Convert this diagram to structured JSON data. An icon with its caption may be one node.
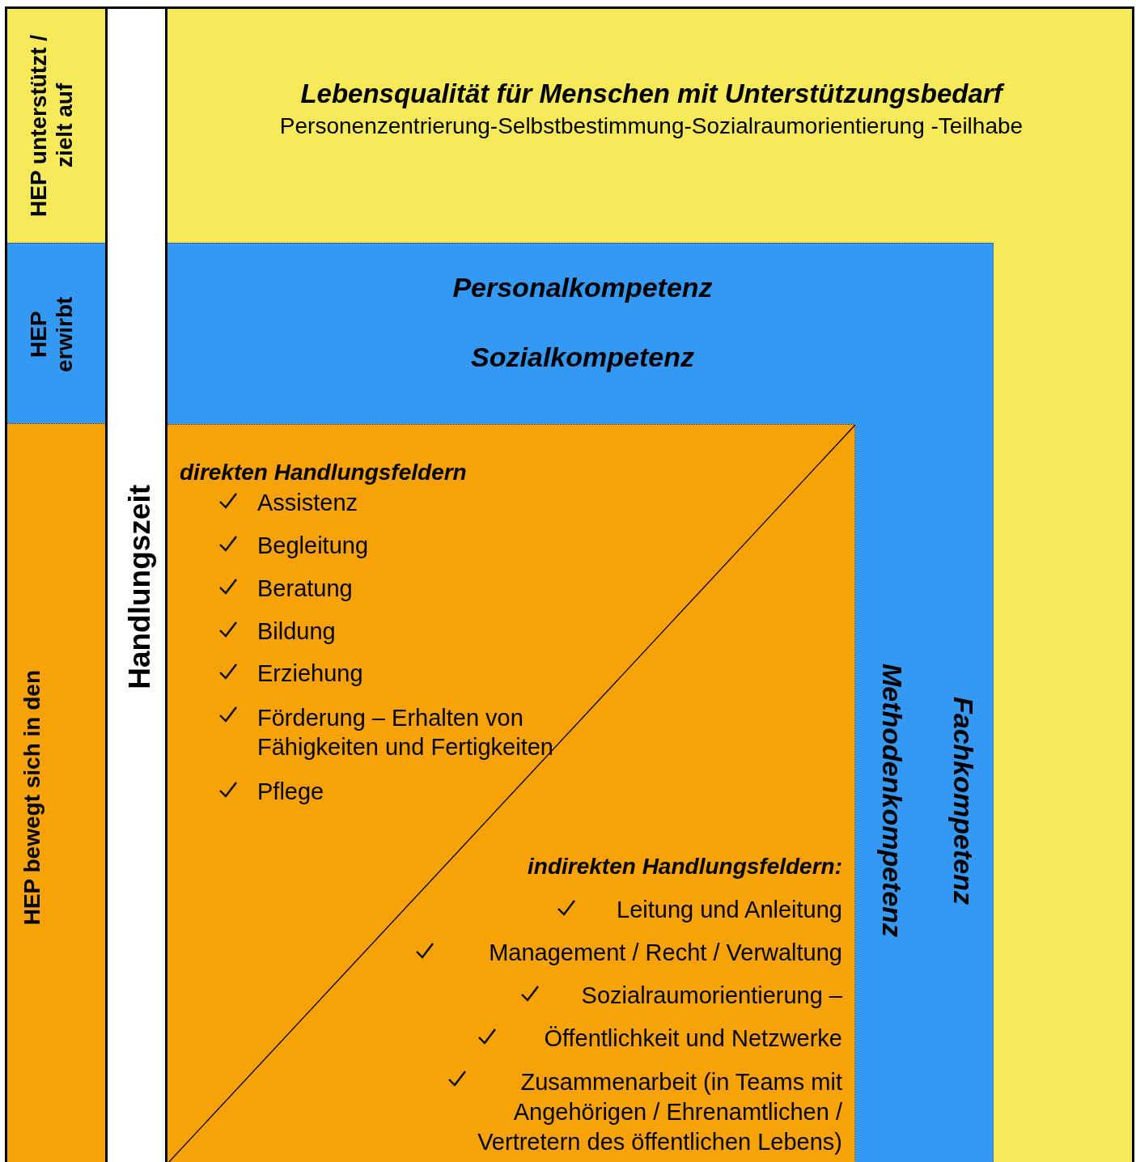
{
  "diagram": {
    "nodes": [
      {
        "text": [
          "HEP unterstützt / zielt auf"
        ]
      },
      {
        "text": [
          "HEP erwirbt"
        ]
      },
      {
        "text": [
          "HEP bewegt sich in den"
        ]
      },
      {
        "text": [
          "Handlungszeit"
        ]
      },
      {
        "text": [
          "Lebensqualität für Menschen mit Unterstützungsbedarf",
          "Personenzentrierung-Selbstbestimmung-Sozialraumorientierung -Teilhabe"
        ]
      },
      {
        "text": [
          "Personalkompetenz",
          "Sozialkompetenz",
          "Methodenkompetenz",
          "Fachkompetenz"
        ],
        "in": 4
      },
      {
        "text": [
          "direkten Handlungsfeldern",
          "Assistenz",
          "Begleitung",
          "Beratung",
          "Bildung",
          "Erziehung",
          "Förderung – Erhalten von Fähigkeiten und Fertigkeiten",
          "Pflege",
          "indirekten Handlungsfeldern:",
          "Leitung und Anleitung",
          "Management / Recht / Verwaltung",
          "Sozialraumorientierung –",
          "Öffentlichkeit und Netzwerke",
          "Zusammenarbeit (in Teams mit Angehörigen / Ehrenamtlichen / Vertretern des öffentlichen Lebens)"
        ],
        "in": 5
      }
    ]
  }
}
